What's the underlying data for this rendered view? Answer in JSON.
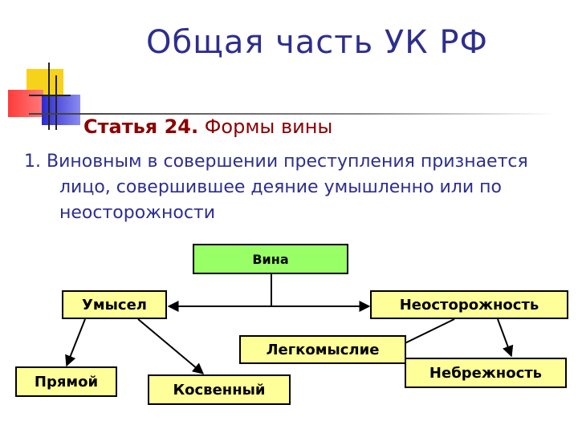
{
  "title": "Общая часть УК РФ",
  "article": {
    "number": "Статья 24.",
    "name": "Формы вины"
  },
  "paragraph": "1. Виновным в совершении преступления признается лицо, совершившее деяние умышленно или по неосторожности",
  "diagram": {
    "root": "Вина",
    "intent": "Умысел",
    "negligence": "Неосторожность",
    "direct": "Прямой",
    "indirect": "Косвенный",
    "recklessness": "Легкомыслие",
    "carelessness": "Небрежность"
  },
  "colors": {
    "title": "#2e2e8f",
    "article": "#8b0000",
    "box_fill": "#ffff99",
    "root_fill": "#99ff66"
  }
}
